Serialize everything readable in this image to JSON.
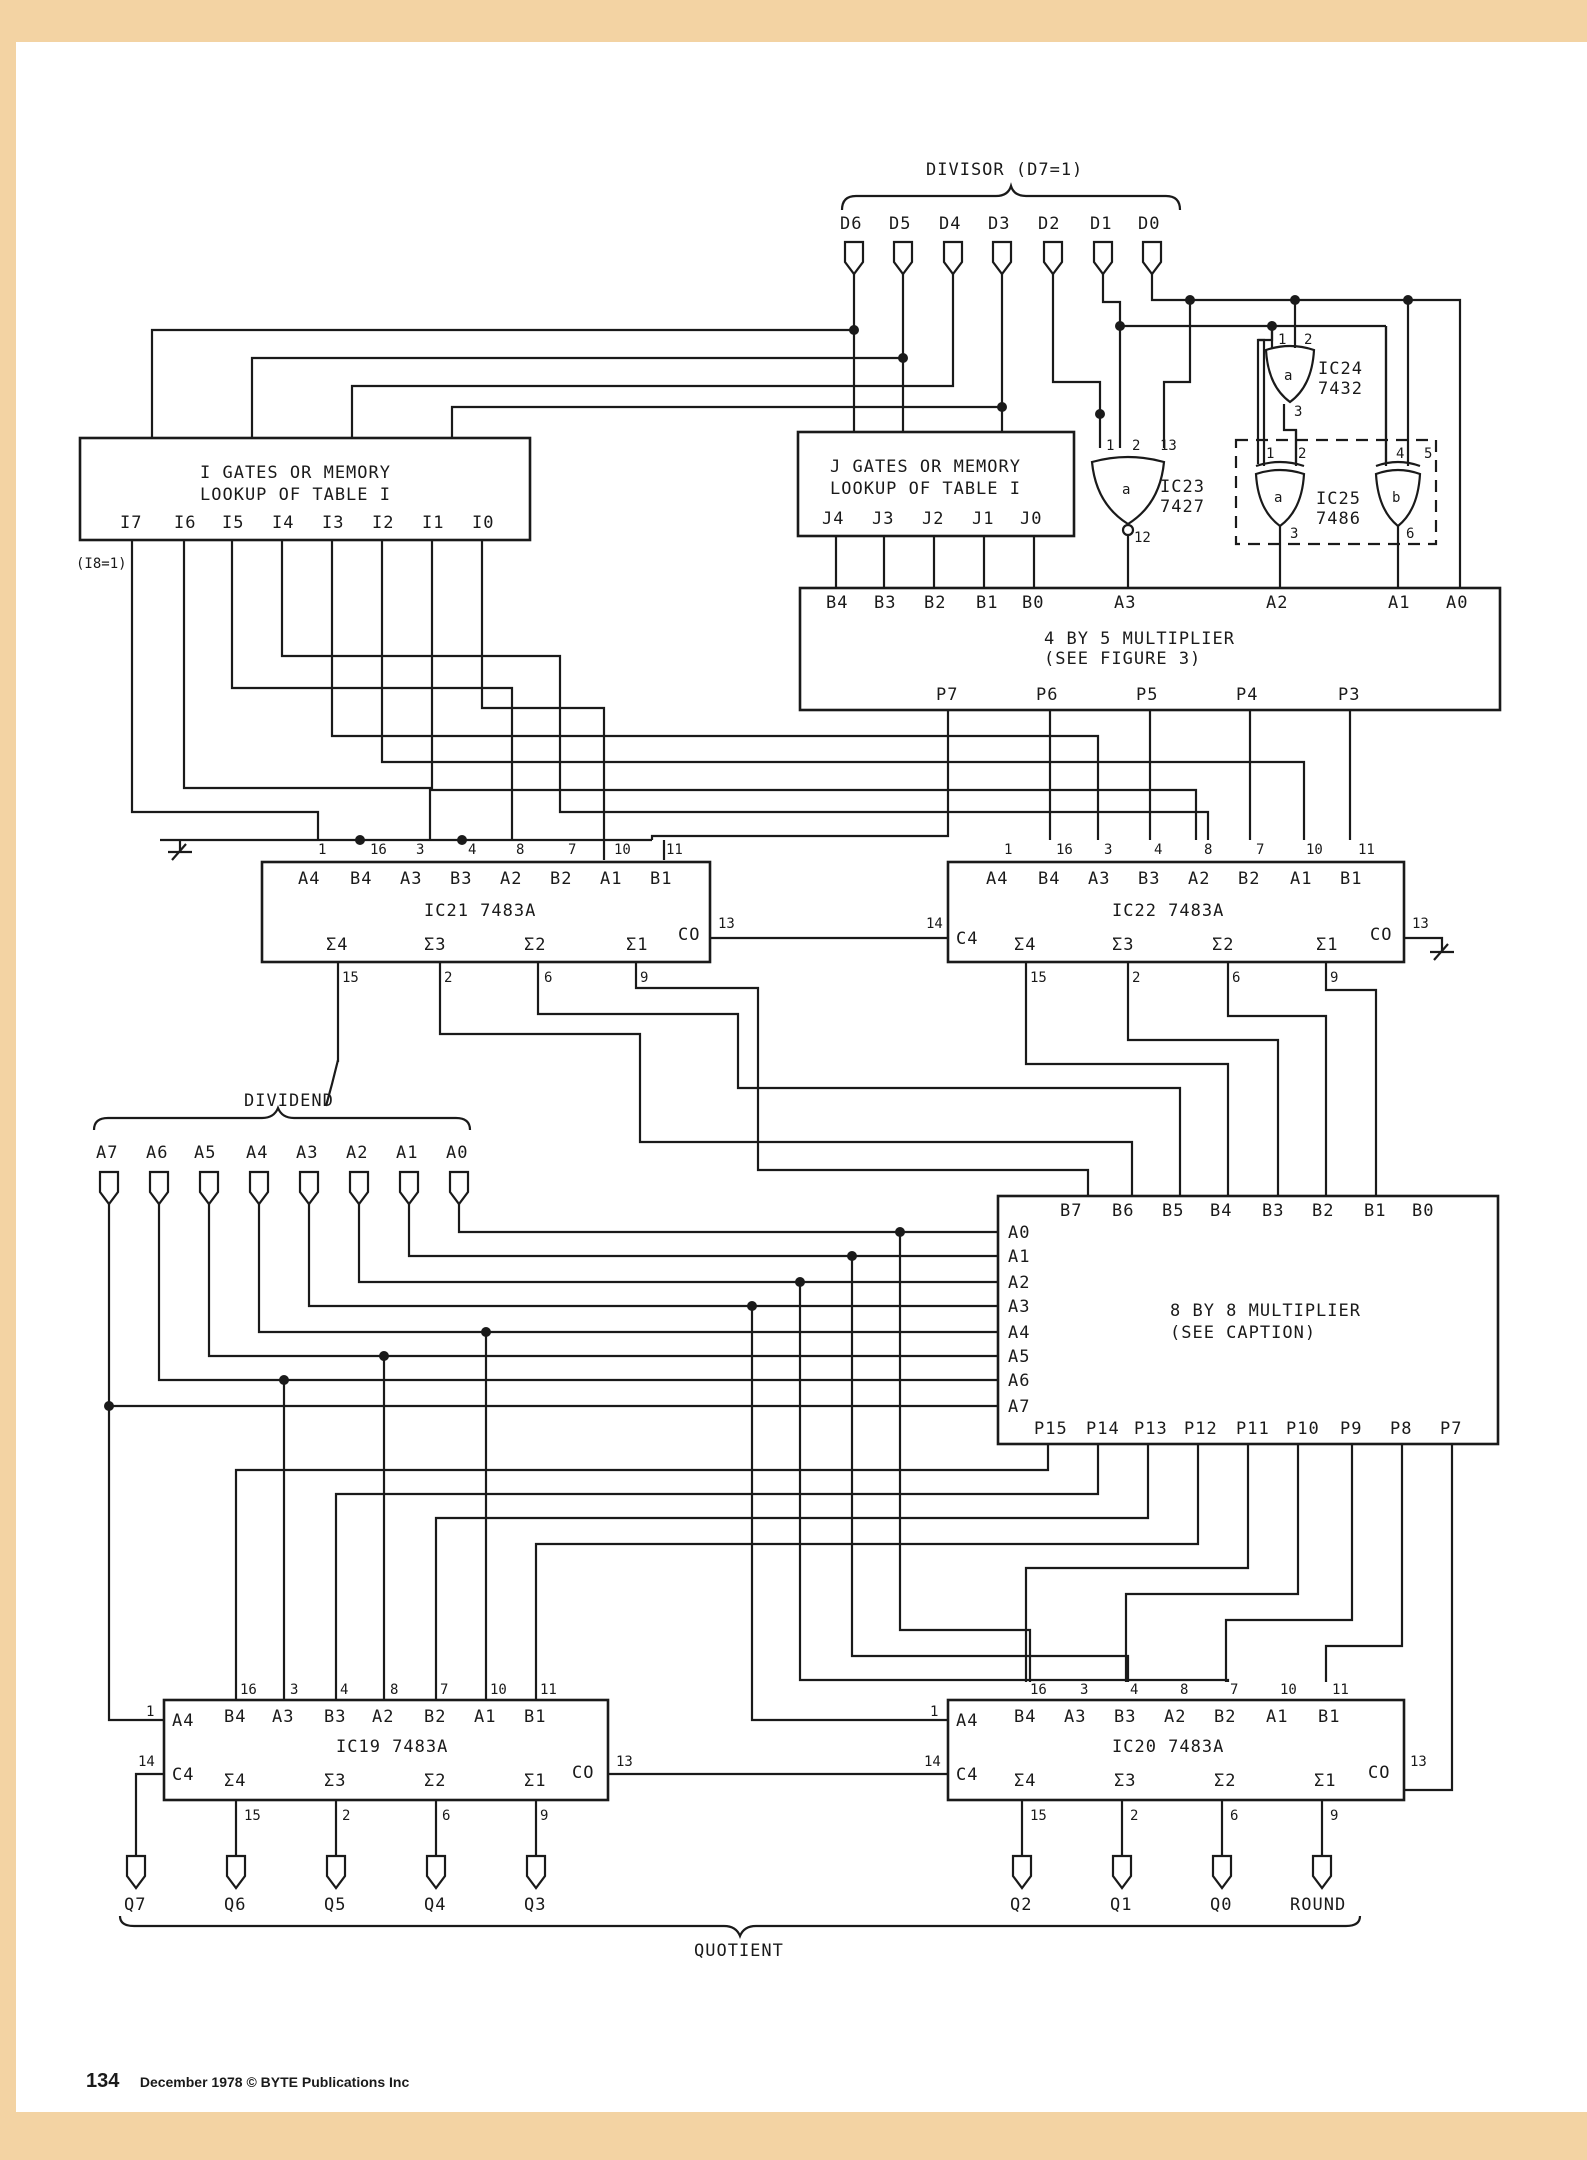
{
  "divisor": {
    "label": "DIVISOR (D7=1)",
    "pins": [
      "D6",
      "D5",
      "D4",
      "D3",
      "D2",
      "D1",
      "D0"
    ]
  },
  "dividend": {
    "label": "DIVIDEND",
    "pins": [
      "A7",
      "A6",
      "A5",
      "A4",
      "A3",
      "A2",
      "A1",
      "A0"
    ]
  },
  "quotient": {
    "label": "QUOTIENT",
    "outs": [
      "Q7",
      "Q6",
      "Q5",
      "Q4",
      "Q3",
      "Q2",
      "Q1",
      "Q0",
      "ROUND"
    ]
  },
  "i_gates": {
    "line1": "I GATES OR MEMORY",
    "line2": "LOOKUP OF TABLE I",
    "pins": [
      "I7",
      "I6",
      "I5",
      "I4",
      "I3",
      "I2",
      "I1",
      "I0"
    ],
    "note": "(I8=1)"
  },
  "j_gates": {
    "line1": "J GATES OR MEMORY",
    "line2": "LOOKUP OF TABLE I",
    "pins": [
      "J4",
      "J3",
      "J2",
      "J1",
      "J0"
    ]
  },
  "ic24": {
    "name": "IC24",
    "part": "7432",
    "gate": "a",
    "pins": [
      "1",
      "2",
      "3"
    ]
  },
  "ic23": {
    "name": "IC23",
    "part": "7427",
    "gate": "a",
    "pins": [
      "1",
      "2",
      "13",
      "12"
    ]
  },
  "ic25": {
    "name": "IC25",
    "part": "7486",
    "gates": [
      "a",
      "b"
    ],
    "pins": [
      "1",
      "2",
      "3",
      "4",
      "5",
      "6"
    ]
  },
  "mult45": {
    "line1": "4 BY 5 MULTIPLIER",
    "line2": "(SEE FIGURE 3)",
    "inputs": [
      "B4",
      "B3",
      "B2",
      "B1",
      "B0",
      "A3",
      "A2",
      "A1",
      "A0"
    ],
    "outputs": [
      "P7",
      "P6",
      "P5",
      "P4",
      "P3"
    ]
  },
  "mult88": {
    "line1": "8 BY 8 MULTIPLIER",
    "line2": "(SEE CAPTION)",
    "b_inputs": [
      "B7",
      "B6",
      "B5",
      "B4",
      "B3",
      "B2",
      "B1",
      "B0"
    ],
    "a_inputs": [
      "A0",
      "A1",
      "A2",
      "A3",
      "A4",
      "A5",
      "A6",
      "A7"
    ],
    "outputs": [
      "P15",
      "P14",
      "P13",
      "P12",
      "P11",
      "P10",
      "P9",
      "P8",
      "P7"
    ]
  },
  "adder_labels": {
    "top": [
      "A4",
      "B4",
      "A3",
      "B3",
      "A2",
      "B2",
      "A1",
      "B1"
    ],
    "sums": [
      "Σ4",
      "Σ3",
      "Σ2",
      "Σ1"
    ],
    "cin": "C4",
    "cout": "CO",
    "top_pins": [
      "1",
      "16",
      "3",
      "4",
      "8",
      "7",
      "10",
      "11"
    ],
    "sum_pins": [
      "15",
      "2",
      "6",
      "9"
    ],
    "cin_pin": "14",
    "cout_pin": "13"
  },
  "ic21": {
    "name": "IC21  7483A"
  },
  "ic22": {
    "name": "IC22  7483A"
  },
  "ic19": {
    "name": "IC19  7483A"
  },
  "ic20": {
    "name": "IC20  7483A"
  },
  "footer": {
    "page": "134",
    "text": "December 1978 © BYTE Publications Inc"
  }
}
